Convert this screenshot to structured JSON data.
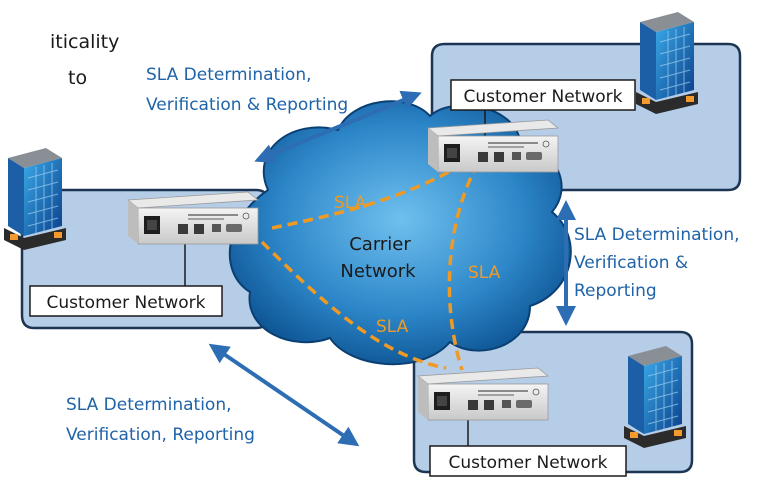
{
  "intro_text": [
    "iticality",
    "to"
  ],
  "cloud": {
    "label_line1": "Carrier",
    "label_line2": "Network"
  },
  "sites": [
    {
      "label": "Customer Network"
    },
    {
      "label": "Customer Network"
    },
    {
      "label": "Customer Network"
    }
  ],
  "sla_links": [
    {
      "label": "SLA"
    },
    {
      "label": "SLA"
    },
    {
      "label": "SLA"
    }
  ],
  "reporting_labels": {
    "top": [
      "SLA Determination,",
      "Verification & Reporting"
    ],
    "right": [
      "SLA Determination,",
      "Verification &",
      "Reporting"
    ],
    "bottom": [
      "SLA Determination,",
      "Verification, Reporting"
    ]
  },
  "colors": {
    "site_fill": "#b6cde8",
    "site_stroke": "#1b3553",
    "arrow": "#2d6db3",
    "sla_dash": "#f09a24",
    "cloud_center": "#5fb4e8",
    "cloud_edge": "#0b4f8e"
  },
  "icons": [
    "office-building-icon",
    "network-device-icon"
  ]
}
